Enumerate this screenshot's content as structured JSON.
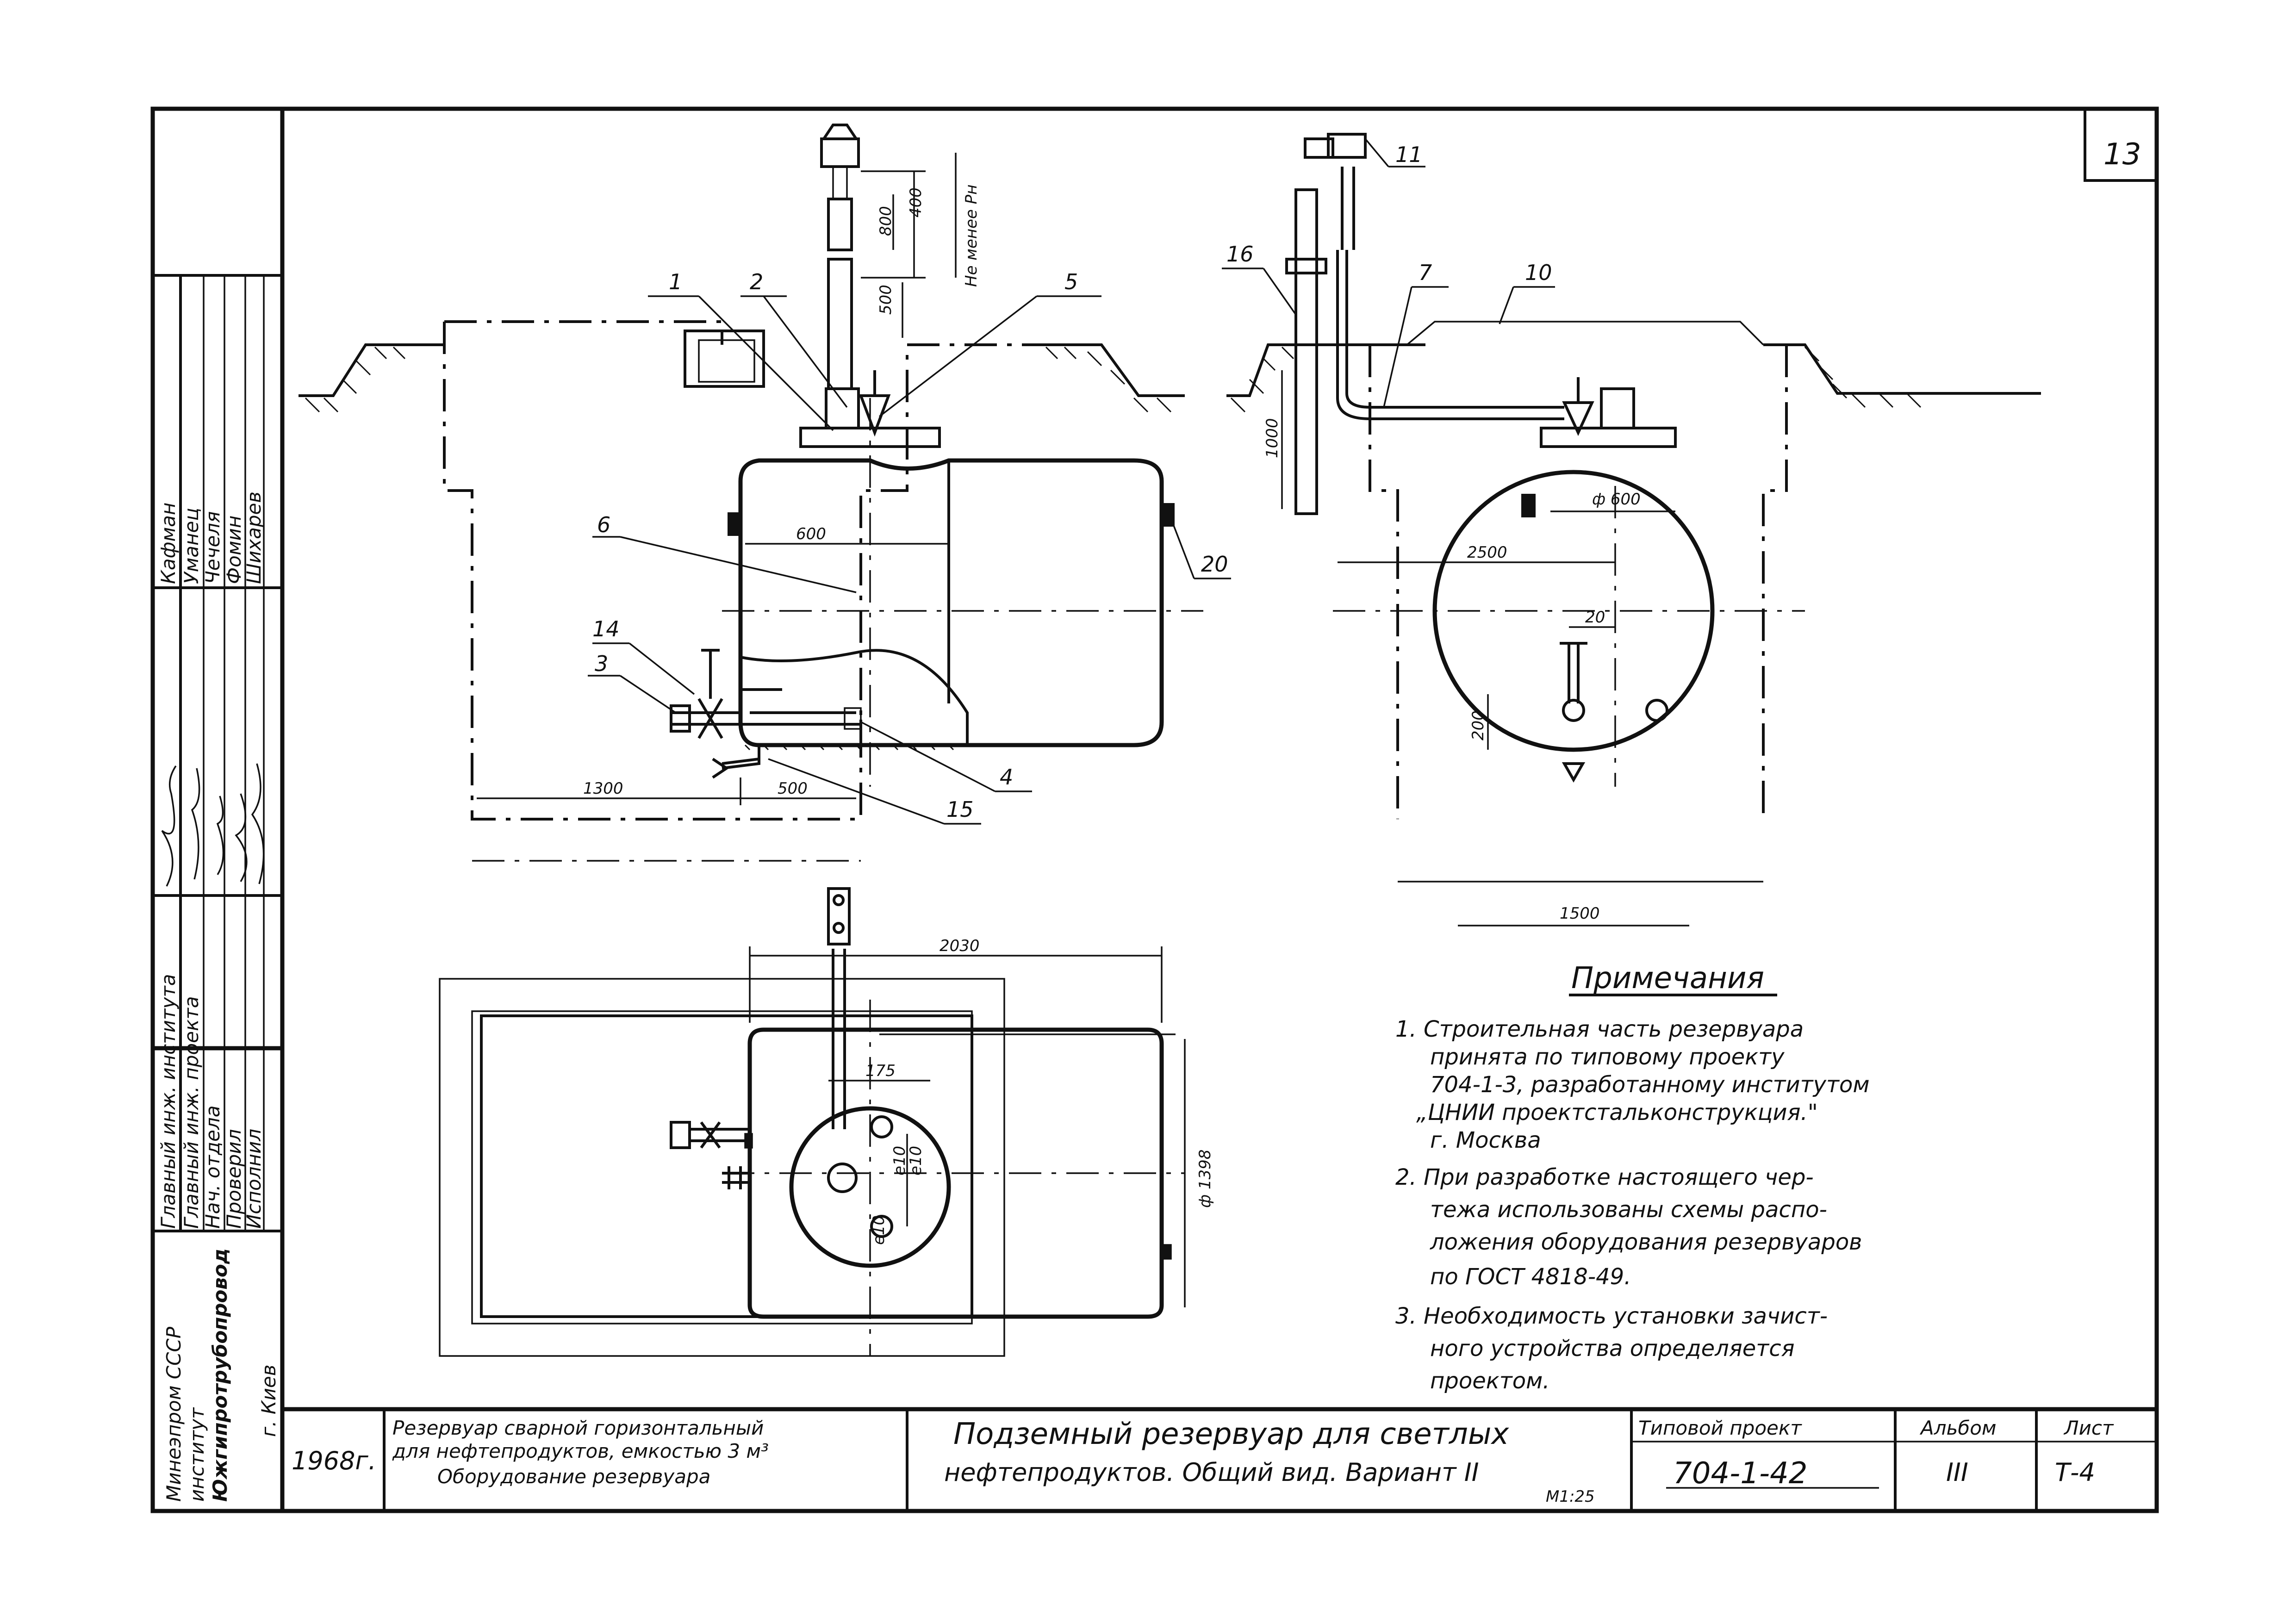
{
  "sheet": {
    "page_number": "13",
    "colors": {
      "ink": "#111111",
      "paper": "#ffffff"
    }
  },
  "callouts": [
    "1",
    "2",
    "3",
    "4",
    "5",
    "6",
    "7",
    "10",
    "11",
    "14",
    "15",
    "16",
    "20"
  ],
  "dimensions": {
    "d_400": "400",
    "d_800": "800",
    "d_500_top": "500",
    "not_less": "Не менее Рн",
    "d_600": "600",
    "d_1300": "1300",
    "d_500_bottom": "500",
    "d_1000": "1000",
    "d_phi600": "ф 600",
    "d_2500": "2500",
    "d_20": "20",
    "d_200": "200",
    "d_1500": "1500",
    "d_2030": "2030",
    "d_175": "175",
    "d_phi1398": "ф 1398",
    "d_e10_a": "е10",
    "d_e10_b": "е10",
    "d_e10_c": "е10"
  },
  "notes": {
    "heading": "Примечания",
    "lines": [
      "1. Строительная часть резервуара",
      "принята по типовому проекту",
      "704-1-3, разработанному институтом",
      "„ЦНИИ проектстальконструкция.\"",
      "г. Москва",
      "2. При разработке настоящего чер-",
      "тежа использованы схемы распо-",
      "ложения оборудования резервуаров",
      "по ГОСТ 4818-49.",
      "3. Необходимость установки зачист-",
      "ного устройства определяется",
      "проектом."
    ]
  },
  "left_strip": {
    "signers": [
      "Кафман",
      "Уманец",
      "Чечеля",
      "Фомин",
      "Шихарев"
    ],
    "roles": [
      "Главный инж. института",
      "Главный инж. проекта",
      "Нач. отдела",
      "Проверил",
      "Исполнил"
    ],
    "org_line1": "Минеэпром СССР",
    "org_line2": "институт",
    "org_line3": "Южгипротрубопровод",
    "org_city": "г. Киев"
  },
  "title_block": {
    "year": "1968г.",
    "subtitle_line1": "Резервуар сварной горизонтальный",
    "subtitle_line2": "для нефтепродуктов, емкостью 3 м³",
    "subtitle_line3": "Оборудование резервуара",
    "main_title_line1": "Подземный резервуар для светлых",
    "main_title_line2": "нефтепродуктов. Общий вид. Вариант II",
    "scale": "М1:25",
    "project_label": "Типовой проект",
    "project_number": "704-1-42",
    "album_label": "Альбом",
    "album_number": "III",
    "sheet_label": "Лист",
    "sheet_number": "Т-4"
  }
}
